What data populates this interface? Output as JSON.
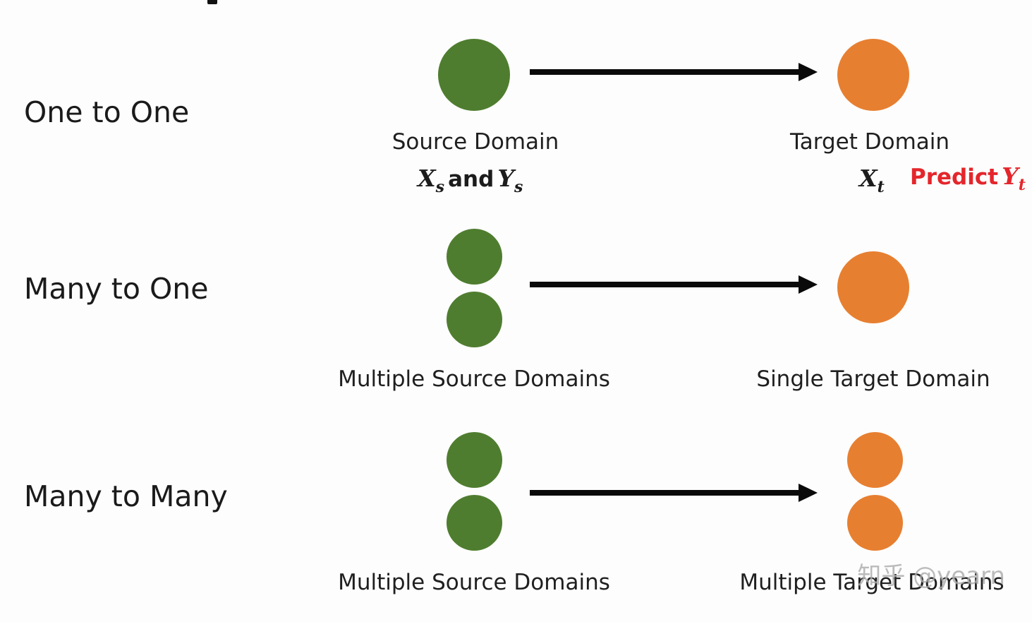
{
  "rows": [
    {
      "label": "One to One",
      "source_label": "Source Domain",
      "target_label": "Target Domain",
      "source_math": {
        "x": "X",
        "x_sub": "s",
        "and": "and",
        "y": "Y",
        "y_sub": "s"
      },
      "target_math": {
        "x": "X",
        "x_sub": "t"
      },
      "predict": {
        "text": "Predict",
        "y": "Y",
        "y_sub": "t"
      }
    },
    {
      "label": "Many to One",
      "source_label": "Multiple Source Domains",
      "target_label": "Single Target Domain"
    },
    {
      "label": "Many to Many",
      "source_label": "Multiple Source Domains",
      "target_label": "Multiple Target Domains"
    }
  ],
  "watermark": "知乎 @yearn",
  "colors": {
    "source": "#4f7d2f",
    "target": "#e77f31",
    "predict": "#e4262c",
    "arrow": "#0a0a0a"
  }
}
